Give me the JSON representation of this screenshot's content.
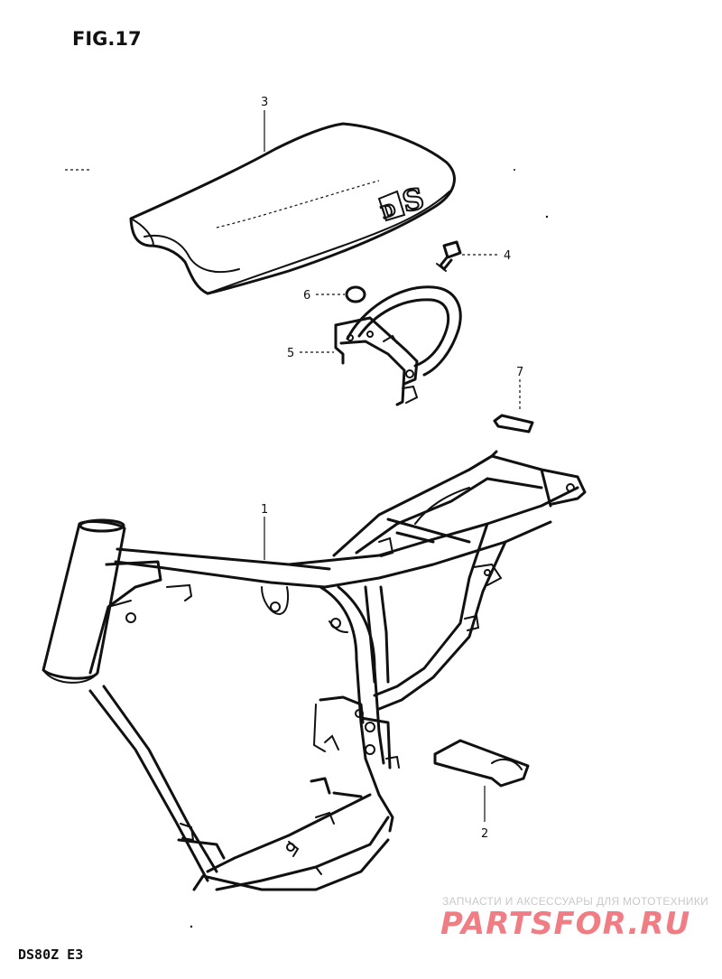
{
  "figure": {
    "title": "FIG.17",
    "model_code": "DS80Z E3"
  },
  "seat_emblem": "DS",
  "callouts": [
    {
      "id": "1",
      "label": "1"
    },
    {
      "id": "2",
      "label": "2"
    },
    {
      "id": "3",
      "label": "3"
    },
    {
      "id": "4",
      "label": "4"
    },
    {
      "id": "5",
      "label": "5"
    },
    {
      "id": "6",
      "label": "6"
    },
    {
      "id": "7",
      "label": "7"
    }
  ],
  "watermark": {
    "tagline": "ЗАПЧАСТИ И АКСЕССУАРЫ ДЛЯ МОТОТЕХНИКИ",
    "logo": "PARTSFOR.RU"
  },
  "colors": {
    "ink": "#111111",
    "background": "#ffffff",
    "watermark_logo": "#f07d84",
    "watermark_tagline": "#c9c9c9"
  }
}
